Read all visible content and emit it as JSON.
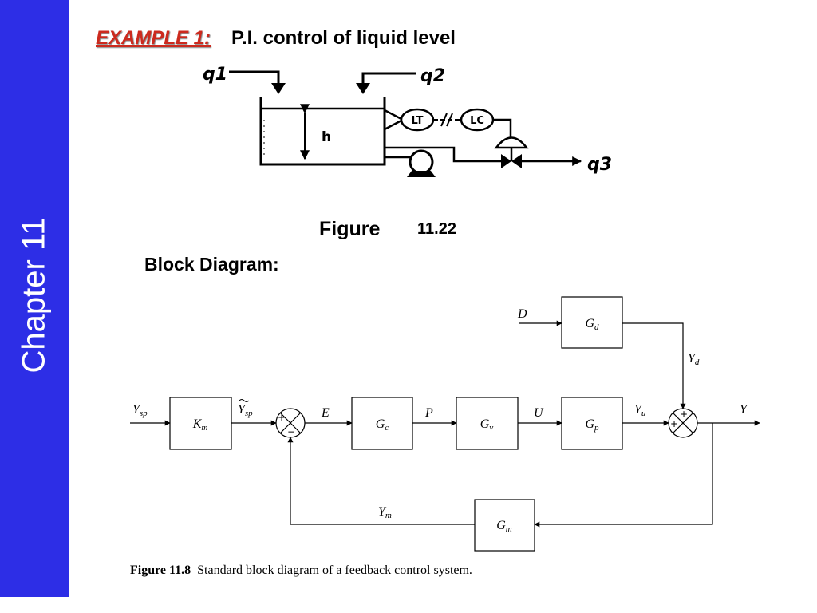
{
  "sidebar": {
    "label": "Chapter 11",
    "color": "#2d2ee6"
  },
  "title": {
    "label": "EXAMPLE 1:",
    "text": "P.I. control of liquid level",
    "label_color": "#cc2a1e"
  },
  "figure_top": {
    "q1": "q1",
    "q2": "q2",
    "q3": "q3",
    "h": "h",
    "lt": "LT",
    "lc": "LC",
    "caption_word": "Figure",
    "caption_number": "11.22"
  },
  "block_section_label": "Block Diagram:",
  "block_diagram": {
    "blocks": {
      "km": {
        "base": "K",
        "sub": "m"
      },
      "gc": {
        "base": "G",
        "sub": "c"
      },
      "gv": {
        "base": "G",
        "sub": "v"
      },
      "gp": {
        "base": "G",
        "sub": "p"
      },
      "gd": {
        "base": "G",
        "sub": "d"
      },
      "gm": {
        "base": "G",
        "sub": "m"
      }
    },
    "signals": {
      "ysp": {
        "base": "Y",
        "sub": "sp"
      },
      "ysp_tilde": {
        "base": "Y",
        "sub": "sp"
      },
      "e": "E",
      "p": "P",
      "u": "U",
      "yu": {
        "base": "Y",
        "sub": "u"
      },
      "y": "Y",
      "yd": {
        "base": "Y",
        "sub": "d"
      },
      "ym": {
        "base": "Y",
        "sub": "m"
      },
      "d": "D"
    },
    "junction_signs": {
      "plus": "+",
      "minus": "−"
    },
    "caption_bold": "Figure 11.8",
    "caption_text": "Standard block diagram of a feedback control system."
  }
}
